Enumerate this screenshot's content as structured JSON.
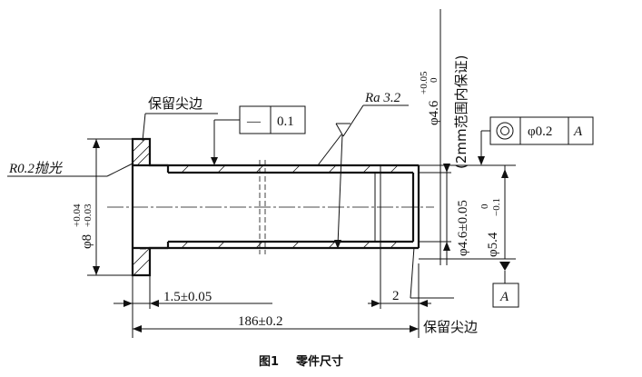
{
  "figure": {
    "caption_number": "图1",
    "caption_text": "零件尺寸"
  },
  "labels": {
    "sharp_edge_top": "保留尖边",
    "sharp_edge_bottom": "保留尖边",
    "radius_polish": "R0.2抛光",
    "straightness_symbol": "—",
    "straightness_value": "0.1",
    "roughness": "Ra 3.2",
    "coaxiality_value": "φ0.2",
    "coaxiality_datum": "A",
    "datum_letter": "A",
    "bore_dim_main": "φ4.6",
    "bore_tol_upper": "+0.05",
    "bore_tol_lower": "0",
    "bore_note": "(2mm范围内保证)",
    "bore_dim_sym": "φ4.6±0.05",
    "od_main": "φ5.4",
    "od_tol_upper": "0",
    "od_tol_lower": "−0.1",
    "flange_main": "φ8",
    "flange_tol_upper": "+0.04",
    "flange_tol_lower": "+0.03",
    "flange_len": "1.5±0.05",
    "total_len": "186±0.2",
    "end_len": "2"
  }
}
